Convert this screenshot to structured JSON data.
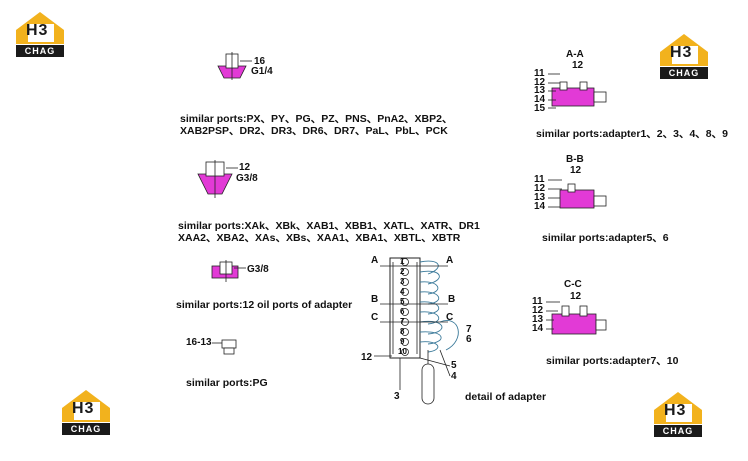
{
  "logo": {
    "letters": "H3",
    "text": "CHAG",
    "color_gold": "#f2b21d",
    "color_dark": "#1a1a1a"
  },
  "left": {
    "port1": {
      "num": "16",
      "thread": "G1/4"
    },
    "similar1_line1": "similar ports:PX、PY、PG、PZ、PNS、PnA2、XBP2、",
    "similar1_line2": "XAB2PSP、DR2、DR3、DR6、DR7、PaL、PbL、PCK",
    "port2": {
      "num": "12",
      "thread": "G3/8"
    },
    "similar2_line1": "similar ports:XAk、XBk、XAB1、XBB1、XATL、XATR、DR1",
    "similar2_line2": "XAA2、XBA2、XAs、XBs、XAA1、XBA1、XBTL、XBTR",
    "port3": {
      "thread": "G3/8"
    },
    "similar3": "similar ports:12 oil ports of adapter",
    "port4": {
      "num": "16-13"
    },
    "similar4": "similar ports:PG"
  },
  "center": {
    "labels": {
      "a_left": "A",
      "a_right": "A",
      "b_left": "B",
      "b_right": "B",
      "c_left": "C",
      "c_right": "C"
    },
    "item_nums": [
      "1",
      "2",
      "3",
      "4",
      "5",
      "6",
      "7",
      "8",
      "9",
      "10"
    ],
    "callouts": {
      "n12": "12",
      "n3": "3",
      "n7": "7",
      "n6": "6",
      "n5": "5",
      "n4": "4"
    },
    "caption": "detail of adapter"
  },
  "right": {
    "aa": {
      "title": "A-A",
      "top": "12",
      "nums": [
        "11",
        "12",
        "13",
        "14",
        "15"
      ],
      "caption": "similar ports:adapter1、2、3、4、8、9"
    },
    "bb": {
      "title": "B-B",
      "top": "12",
      "nums": [
        "11",
        "12",
        "13",
        "14"
      ],
      "caption": "similar ports:adapter5、6"
    },
    "cc": {
      "title": "C-C",
      "top": "12",
      "nums": [
        "11",
        "12",
        "13",
        "14"
      ],
      "caption": "similar ports:adapter7、10"
    }
  }
}
